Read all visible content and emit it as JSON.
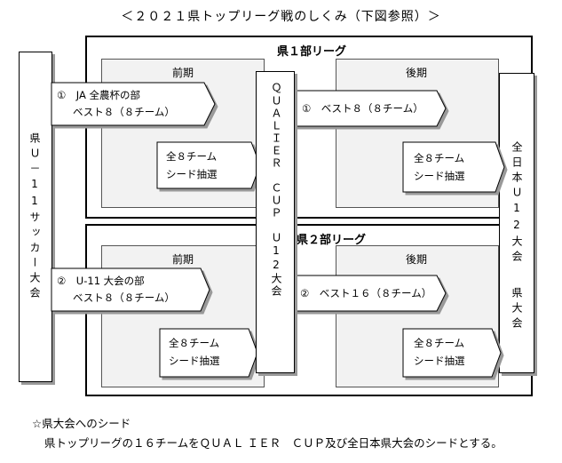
{
  "title": "＜２０２１県トップリーグ戦のしくみ（下図参照）＞",
  "left_box": {
    "text": "県Ｕ－11サッカー大会"
  },
  "league1": {
    "title": "県１部リーグ",
    "first_half": {
      "title": "前期",
      "entry_line1": "①　JA 全農杯の部",
      "entry_line2": "ベスト８（８チーム）",
      "seed_line1": "全８チーム",
      "seed_line2": "シード抽選"
    },
    "second_half": {
      "title": "後期",
      "entry_line1": "①　ベスト８（８チーム）",
      "seed_line1": "全８チーム",
      "seed_line2": "シード抽選"
    }
  },
  "league2": {
    "title": "県２部リーグ",
    "first_half": {
      "title": "前期",
      "entry_line1": "②　U-11 大会の部",
      "entry_line2": "ベスト８（８チーム）",
      "seed_line1": "全８チーム",
      "seed_line2": "シード抽選"
    },
    "second_half": {
      "title": "後期",
      "entry_line1": "②　ベスト１６（８チーム）",
      "seed_line1": "全８チーム",
      "seed_line2": "シード抽選"
    }
  },
  "center_box": {
    "text": "ＱＵＡＬＩＥＲ　ＣＵＰ　Ｕ12大会"
  },
  "right_box": {
    "text1": "全日本Ｕ12大会",
    "text2": "県大会"
  },
  "notes": {
    "line1": "☆県大会へのシード",
    "line2": "県トップリーグの１６チームをＱＵＡＬ ＩＥＲ　ＣＵＰ及び全日本県大会のシードとする。"
  }
}
